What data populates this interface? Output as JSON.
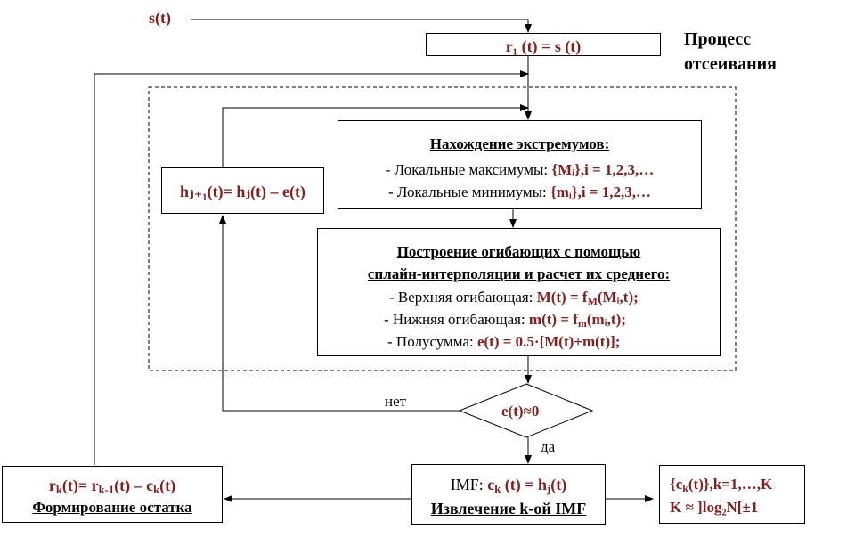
{
  "input_label": "s(t)",
  "process_title": [
    "Процесс",
    "отсеивания"
  ],
  "init_box": "r₁ (t) = s (t)",
  "extrema": {
    "title": "Нахождение экстремумов:",
    "max_prefix": "-  Локальные максимумы: ",
    "max_formula": "{Mᵢ},i = 1,2,3,…",
    "min_prefix": "-  Локальные минимумы: ",
    "min_formula": "{mᵢ},i = 1,2,3,…"
  },
  "envelope": {
    "title_line1": "Построение огибающих с помощью",
    "title_line2": "сплайн-интерполяции и расчет их среднего:",
    "upper_prefix": "- Верхняя огибающая: ",
    "upper_formula": "M(t) = f_M(Mᵢ,t);",
    "lower_prefix": "- Нижняя огибающая: ",
    "lower_formula": "m(t) = f_m(mᵢ,t);",
    "half_prefix": "- Полусумма: ",
    "half_formula": "e(t) = 0.5·[M(t)+m(t)];"
  },
  "update_box": "hⱼ₊₁(t)= hⱼ(t) – e(t)",
  "decision": "e(t)≈0",
  "no_label": "нет",
  "yes_label": "да",
  "imf": {
    "prefix": "IMF: ",
    "formula": "c_k (t) = h_j(t)",
    "title": "Извлечение  k-ой IMF"
  },
  "residue": {
    "formula": "r_k(t)= r_{k-1}(t) –  c_k(t)",
    "title": "Формирование остатка"
  },
  "result": {
    "line1": "{c_k(t)},k=1,…,K",
    "line2": "K ≈ ]log₂N[±1"
  },
  "colors": {
    "formula": "#8b1a1a",
    "line": "#000000"
  }
}
